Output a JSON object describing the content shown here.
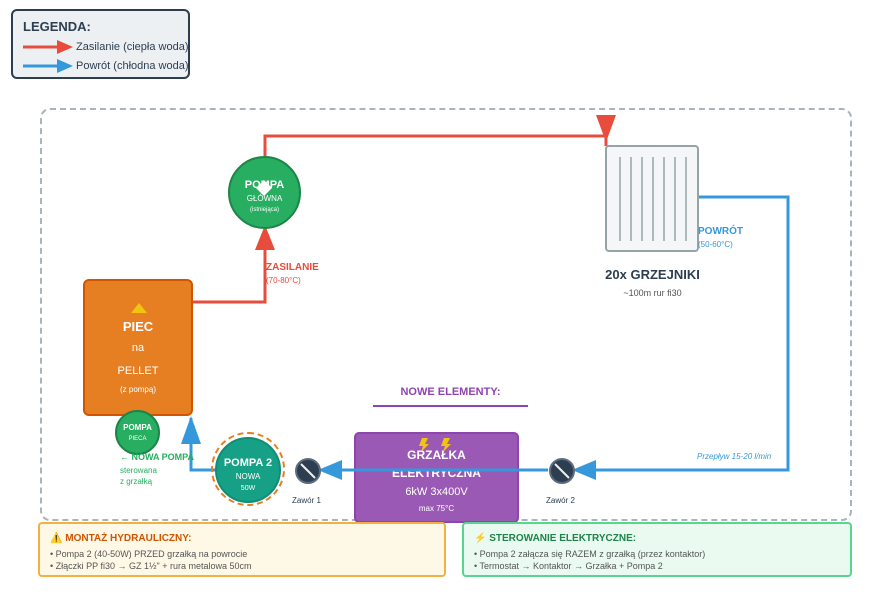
{
  "legend": {
    "title": "LEGENDA:",
    "supply_label": "Zasilanie (ciepła woda)",
    "return_label": "Powrót (chłodna woda)"
  },
  "piec": {
    "line1": "PIEC",
    "line2": "na",
    "line3": "PELLET",
    "line4": "(z pompą)"
  },
  "pompa_glowna": {
    "line1": "POMPA",
    "line2": "GŁÓWNA",
    "line3": "(istniejąca)"
  },
  "pompa_pieca": {
    "line1": "POMPA",
    "line2": "PIECA"
  },
  "supply_pipe": {
    "label": "ZASILANIE",
    "temp": "(70-80°C)"
  },
  "radiators": {
    "title": "20x GRZEJNIKI",
    "subtitle": "~100m rur fi30"
  },
  "return_pipe": {
    "label": "POWRÓT",
    "temp": "(50-60°C)",
    "flow": "Przepływ 15-20 l/min"
  },
  "new_elements": {
    "heading": "NOWE ELEMENTY:",
    "arrow_label": "← NOWA POMPA",
    "controlled_line1": "sterowana",
    "controlled_line2": "z grzałką"
  },
  "pompa2": {
    "line1": "POMPA 2",
    "line2": "NOWA",
    "line3": "50W"
  },
  "grzalka": {
    "line1": "GRZAŁKA",
    "line2": "ELEKTRYCZNA",
    "spec": "6kW 3x400V",
    "max": "max 75°C"
  },
  "valves": {
    "v1": "Zawór 1",
    "v2": "Zawór 2"
  },
  "info_hydraulic": {
    "icon": "⚠️",
    "title": "MONTAŻ HYDRAULICZNY:",
    "line1": "• Pompa 2 (40-50W) PRZED grzałką na powrocie",
    "line2": "• Złączki PP fi30 → GZ 1½\" + rura metalowa 50cm"
  },
  "info_electric": {
    "icon": "⚡",
    "title": "STEROWANIE ELEKTRYCZNE:",
    "line1": "• Pompa 2 załącza się RAZEM z grzałką (przez kontaktor)",
    "line2": "• Termostat → Kontaktor → Grzałka + Pompa 2"
  },
  "colors": {
    "supply": "#e74c3c",
    "return": "#3498db",
    "pump": "#27ae60",
    "boiler": "#e67e22",
    "heater": "#9b59b6"
  }
}
